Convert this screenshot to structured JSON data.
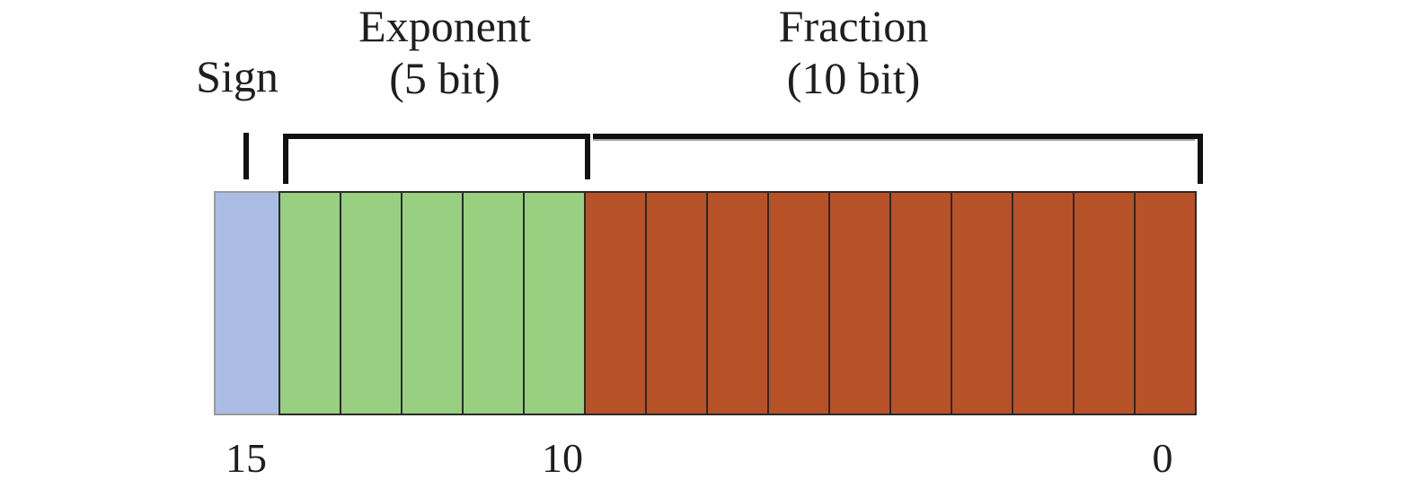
{
  "fields": {
    "sign": {
      "label": "Sign",
      "color": "#abbde4"
    },
    "exponent": {
      "label": "Exponent",
      "sublabel": "(5 bit)",
      "color": "#98cf80",
      "bits": 5
    },
    "fraction": {
      "label": "Fraction",
      "sublabel": "(10 bit)",
      "color": "#b75127",
      "bits": 10
    }
  },
  "bit_positions": {
    "left": "15",
    "middle": "10",
    "right": "0"
  }
}
